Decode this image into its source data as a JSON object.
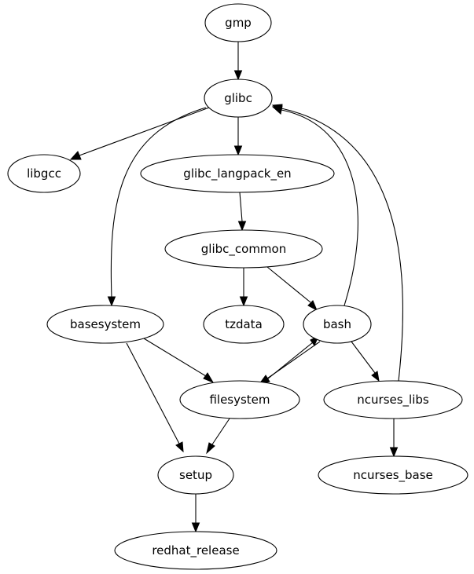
{
  "graph": {
    "type": "directed-dependency-graph",
    "nodes": [
      {
        "id": "gmp",
        "label": "gmp"
      },
      {
        "id": "glibc",
        "label": "glibc"
      },
      {
        "id": "libgcc",
        "label": "libgcc"
      },
      {
        "id": "glibc_langpack_en",
        "label": "glibc_langpack_en"
      },
      {
        "id": "glibc_common",
        "label": "glibc_common"
      },
      {
        "id": "basesystem",
        "label": "basesystem"
      },
      {
        "id": "tzdata",
        "label": "tzdata"
      },
      {
        "id": "bash",
        "label": "bash"
      },
      {
        "id": "filesystem",
        "label": "filesystem"
      },
      {
        "id": "ncurses_libs",
        "label": "ncurses_libs"
      },
      {
        "id": "setup",
        "label": "setup"
      },
      {
        "id": "ncurses_base",
        "label": "ncurses_base"
      },
      {
        "id": "redhat_release",
        "label": "redhat_release"
      }
    ],
    "edges": [
      {
        "from": "gmp",
        "to": "glibc"
      },
      {
        "from": "glibc",
        "to": "libgcc"
      },
      {
        "from": "glibc",
        "to": "glibc_langpack_en"
      },
      {
        "from": "glibc",
        "to": "basesystem"
      },
      {
        "from": "glibc_langpack_en",
        "to": "glibc_common"
      },
      {
        "from": "glibc_common",
        "to": "tzdata"
      },
      {
        "from": "glibc_common",
        "to": "bash"
      },
      {
        "from": "bash",
        "to": "glibc"
      },
      {
        "from": "ncurses_libs",
        "to": "glibc"
      },
      {
        "from": "basesystem",
        "to": "filesystem"
      },
      {
        "from": "basesystem",
        "to": "setup"
      },
      {
        "from": "bash",
        "to": "filesystem"
      },
      {
        "from": "filesystem",
        "to": "bash"
      },
      {
        "from": "bash",
        "to": "ncurses_libs"
      },
      {
        "from": "filesystem",
        "to": "setup"
      },
      {
        "from": "ncurses_libs",
        "to": "ncurses_base"
      },
      {
        "from": "setup",
        "to": "redhat_release"
      }
    ]
  }
}
